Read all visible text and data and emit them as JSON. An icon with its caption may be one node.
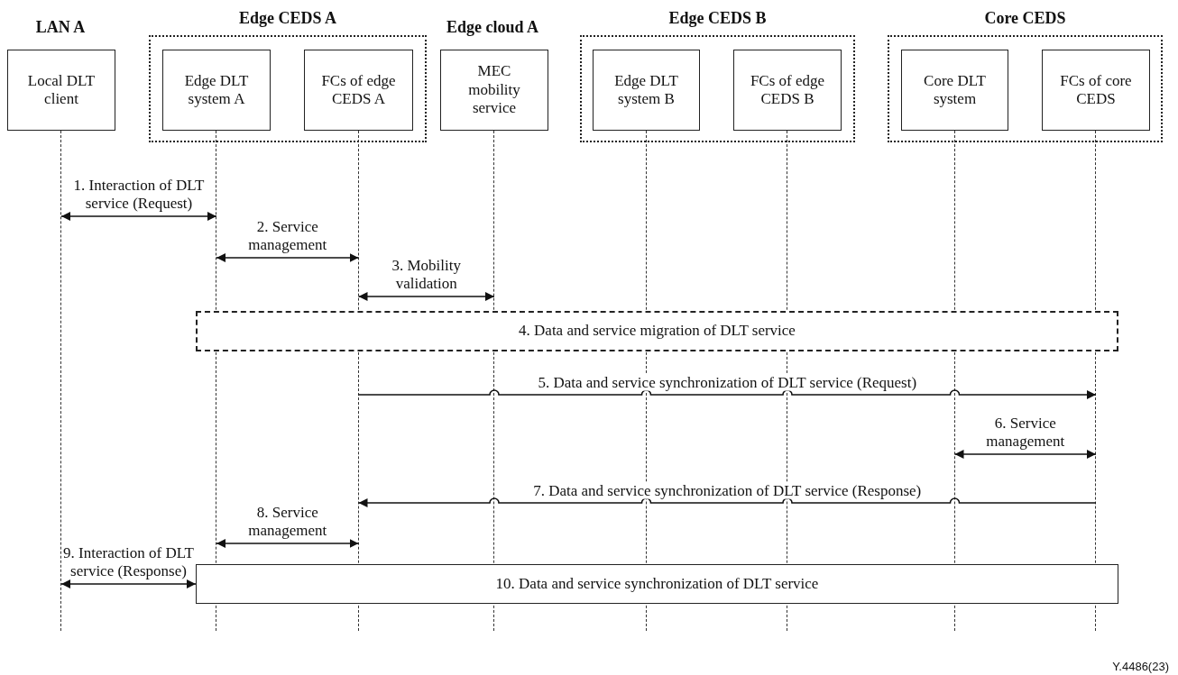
{
  "diagram": {
    "nodes": [
      {
        "text": [
          "Local DLT client"
        ]
      },
      {
        "text": [
          "Edge CEDS A"
        ]
      },
      {
        "text": [
          "Edge DLT system A"
        ],
        "in": 1
      },
      {
        "text": [
          "FCs of edge CEDS A"
        ],
        "in": 1
      },
      {
        "text": [
          "MEC mobility service"
        ]
      },
      {
        "text": [
          "Edge CEDS B"
        ]
      },
      {
        "text": [
          "Edge DLT system B"
        ],
        "in": 5
      },
      {
        "text": [
          "FCs of edge CEDS B"
        ],
        "in": 5
      },
      {
        "text": [
          "Core CEDS"
        ]
      },
      {
        "text": [
          "Core DLT system"
        ],
        "in": 8
      },
      {
        "text": [
          "FCs of core CEDS"
        ],
        "in": 8
      },
      {
        "text": [
          "4. Data and service migration of DLT service"
        ]
      },
      {
        "text": [
          "10. Data and service synchronization of DLT service"
        ]
      },
      {
        "text": [],
        "shape": "line"
      },
      {
        "text": [],
        "shape": "line"
      },
      {
        "text": [],
        "shape": "line"
      },
      {
        "text": [],
        "shape": "line"
      },
      {
        "text": [],
        "shape": "line"
      },
      {
        "text": [],
        "shape": "line"
      },
      {
        "text": [],
        "shape": "line"
      },
      {
        "text": [],
        "shape": "line"
      }
    ],
    "edges": [
      {
        "from": 13,
        "to": 14,
        "arrow": "both",
        "label": "1. Interaction of DLT service (Request)"
      },
      {
        "from": 14,
        "to": 15,
        "arrow": "both",
        "label": "2. Service management"
      },
      {
        "from": 15,
        "to": 16,
        "arrow": "both",
        "label": "3. Mobility validation"
      },
      {
        "from": 15,
        "to": 20,
        "arrow": "to",
        "label": "5. Data and service synchronization of DLT service (Request)"
      },
      {
        "from": 19,
        "to": 20,
        "arrow": "both",
        "label": "6. Service management"
      },
      {
        "from": 20,
        "to": 15,
        "arrow": "to",
        "label": "7. Data and service synchronization of DLT service (Response)"
      },
      {
        "from": 14,
        "to": 15,
        "arrow": "both",
        "label": "8. Service management"
      },
      {
        "from": 13,
        "to": 12,
        "arrow": "both",
        "label": "9. Interaction of DLT service (Response)"
      }
    ],
    "labels": [
      "LAN A",
      "Edge cloud A",
      "Y.4486(23)"
    ]
  }
}
